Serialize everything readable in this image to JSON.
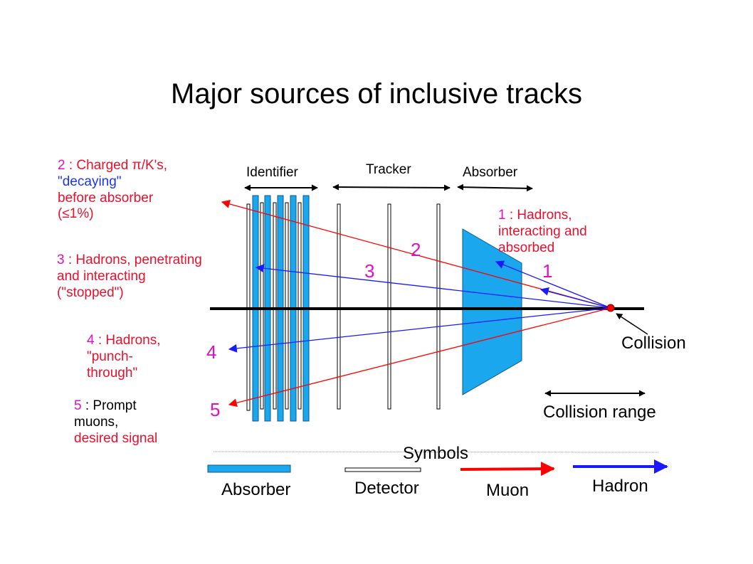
{
  "title": "Major sources of inclusive tracks",
  "regions": {
    "identifier": "Identifier",
    "tracker": "Tracker",
    "absorber": "Absorber"
  },
  "sources": [
    {
      "num": "1",
      "num_label": "1",
      "lines": [
        ": Hadrons,",
        "interacting and",
        "absorbed"
      ]
    },
    {
      "num": "2",
      "num_label": "2",
      "lines": [
        ": Charged π/K's,",
        "\"decaying\"",
        "before absorber",
        "(≤1%)"
      ]
    },
    {
      "num": "3",
      "num_label": "3",
      "lines": [
        ": Hadrons,",
        "penetrating",
        "and interacting",
        "(\"stopped\")"
      ]
    },
    {
      "num": "4",
      "num_label": "4",
      "lines": [
        ": Hadrons,",
        "\"punch-",
        "through\""
      ]
    },
    {
      "num": "5",
      "num_label": "5",
      "lines": [
        ": Prompt",
        "muons,",
        "desired signal"
      ]
    }
  ],
  "collision": "Collision",
  "collision_range": "Collision range",
  "symbols": {
    "heading": "Symbols",
    "absorber": "Absorber",
    "detector": "Detector",
    "muon": "Muon",
    "hadron": "Hadron"
  },
  "colors": {
    "absorber_fill": "#1aa7ee",
    "muon": "#ff0000",
    "hadron": "#1a1aff",
    "label_number": "#e010c0",
    "label_red": "#e8102c",
    "label_blue": "#1a33ff",
    "collision_point": "#ff0000"
  }
}
